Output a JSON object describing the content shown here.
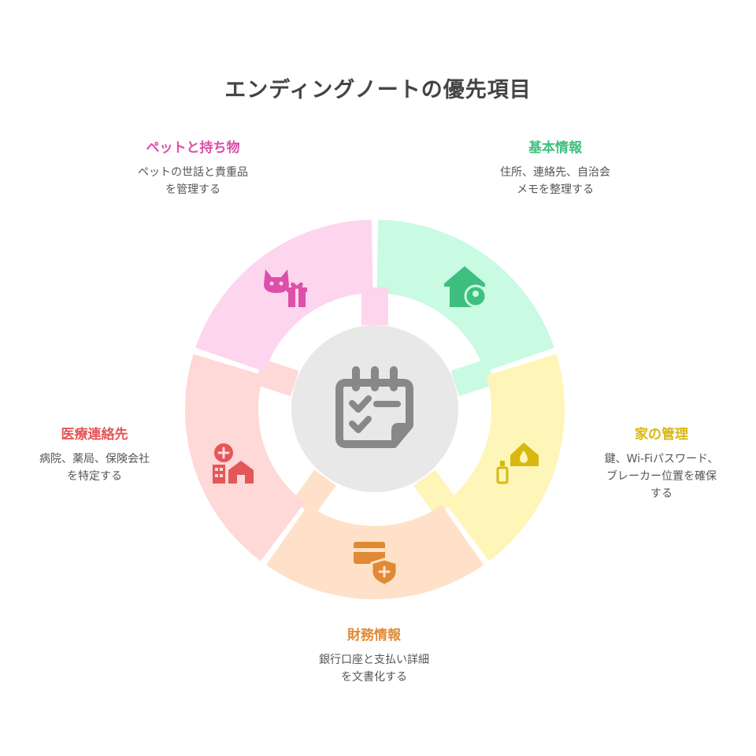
{
  "title": "エンディングノートの優先項目",
  "center_icon": "calendar-checklist-icon",
  "segments": [
    {
      "id": "basic",
      "title": "基本情報",
      "desc": [
        "住所、連絡先、自治会",
        "メモを整理する"
      ],
      "color": "#C9FAE2",
      "accent": "#3FBF7F",
      "icon": "home-location-icon"
    },
    {
      "id": "home",
      "title": "家の管理",
      "desc": [
        "鍵、Wi-Fiパスワード、",
        "ブレーカー位置を確保",
        "する"
      ],
      "color": "#FEF5B8",
      "accent": "#D7B80E",
      "icon": "house-care-icon"
    },
    {
      "id": "finance",
      "title": "財務情報",
      "desc": [
        "銀行口座と支払い詳細",
        "を文書化する"
      ],
      "color": "#FEE1C8",
      "accent": "#E08A35",
      "icon": "card-shield-icon"
    },
    {
      "id": "medical",
      "title": "医療連絡先",
      "desc": [
        "病院、薬局、保険会社",
        "を特定する"
      ],
      "color": "#FFD8D8",
      "accent": "#E45757",
      "icon": "hospital-icon"
    },
    {
      "id": "pets",
      "title": "ペットと持ち物",
      "desc": [
        "ペットの世話と貴重品",
        "を管理する"
      ],
      "color": "#FDD5EE",
      "accent": "#DD4FA9",
      "icon": "cat-gift-icon"
    }
  ]
}
